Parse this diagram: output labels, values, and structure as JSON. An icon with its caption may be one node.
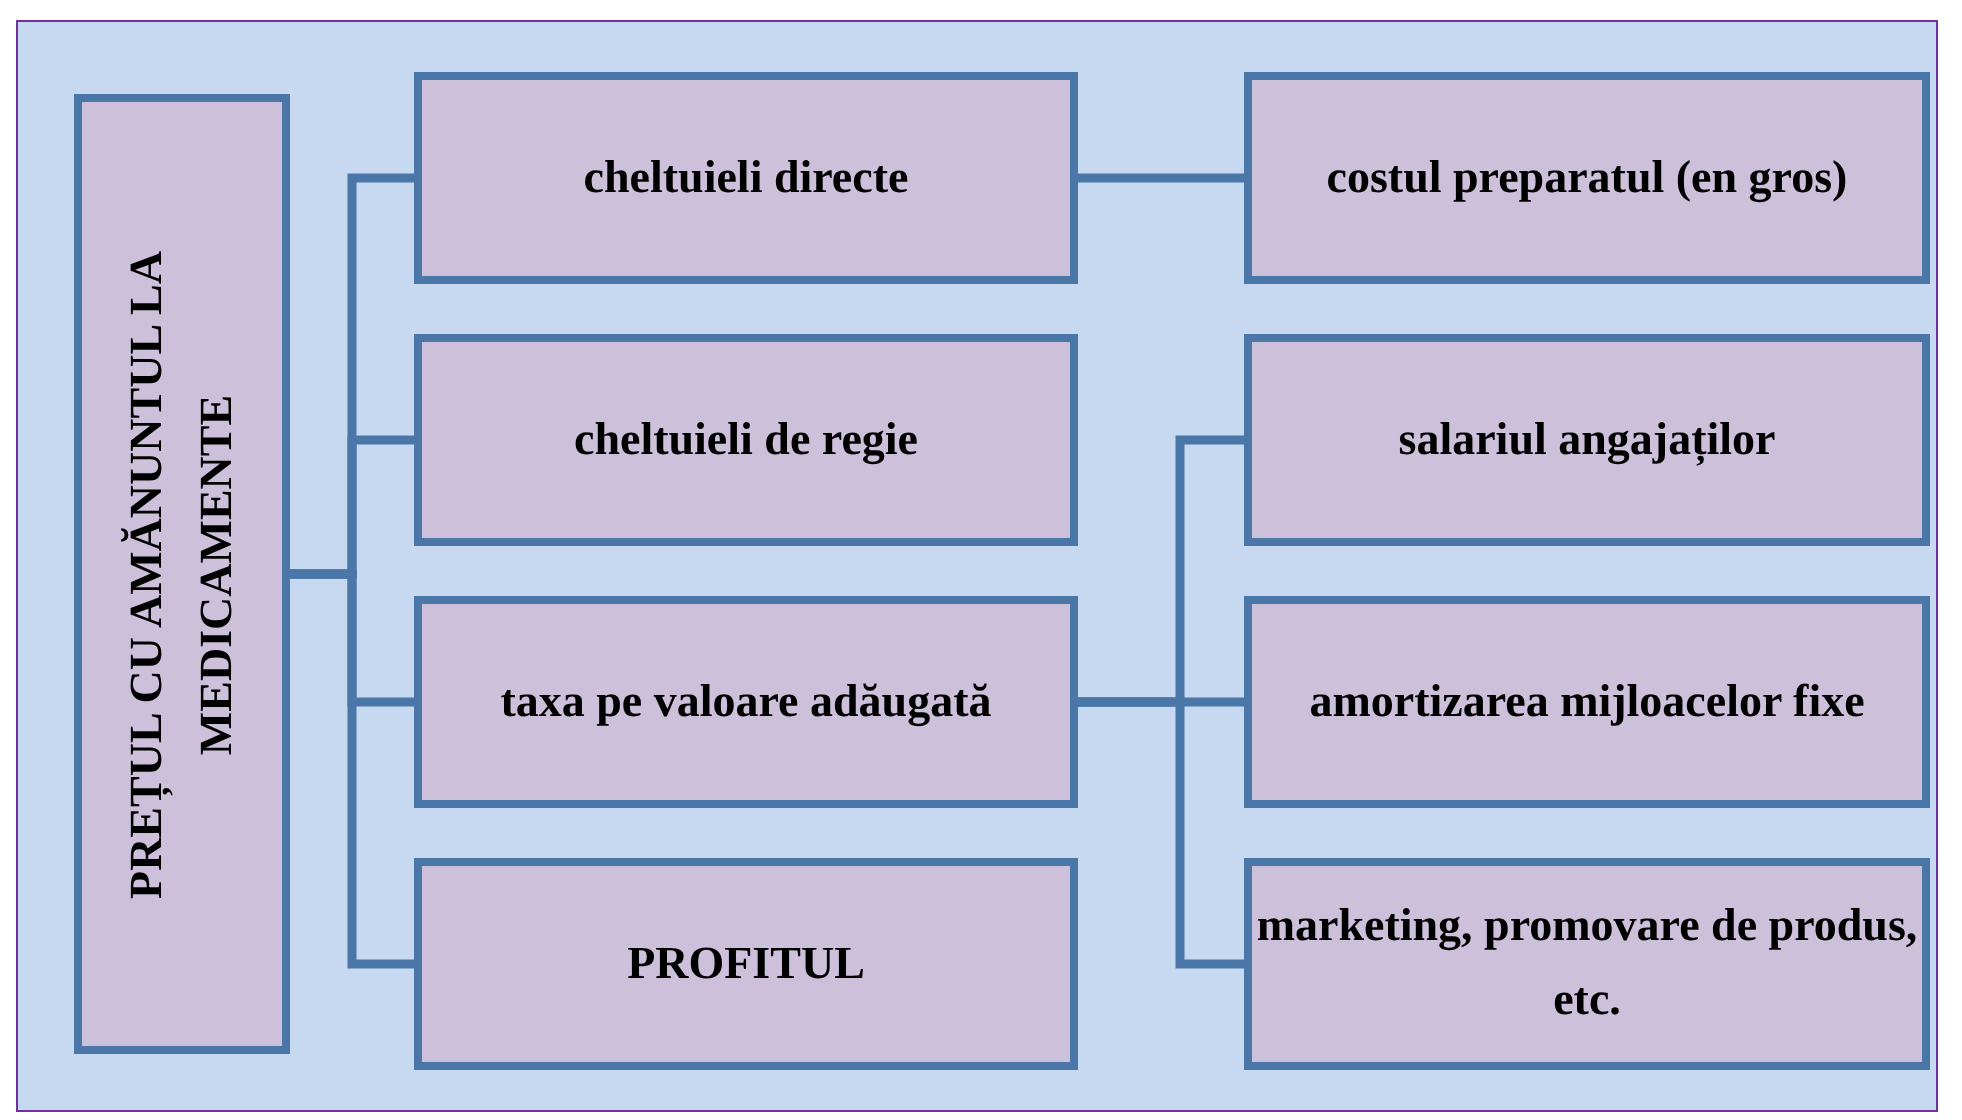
{
  "diagram": {
    "nodes": [
      {
        "text": [
          "PREȚUL CU AMĂNUNTUL LA MEDICAMENTE"
        ]
      },
      {
        "text": [
          "cheltuieli directe"
        ]
      },
      {
        "text": [
          "cheltuieli de regie"
        ]
      },
      {
        "text": [
          "taxa pe valoare adăugată"
        ]
      },
      {
        "text": [
          "PROFITUL"
        ]
      },
      {
        "text": [
          "costul preparatul (en gros)"
        ]
      },
      {
        "text": [
          "salariul angajaților"
        ]
      },
      {
        "text": [
          "amortizarea mijloacelor fixe"
        ]
      },
      {
        "text": [
          "marketing, promovare de produs, etc."
        ]
      }
    ],
    "edges": [
      {
        "from": 0,
        "to": 1,
        "arrow": "none"
      },
      {
        "from": 0,
        "to": 2,
        "arrow": "none"
      },
      {
        "from": 0,
        "to": 3,
        "arrow": "none"
      },
      {
        "from": 0,
        "to": 4,
        "arrow": "none"
      },
      {
        "from": 1,
        "to": 5,
        "arrow": "none"
      },
      {
        "from": 3,
        "to": 6,
        "arrow": "none"
      },
      {
        "from": 3,
        "to": 7,
        "arrow": "none"
      },
      {
        "from": 3,
        "to": 8,
        "arrow": "none"
      }
    ]
  }
}
